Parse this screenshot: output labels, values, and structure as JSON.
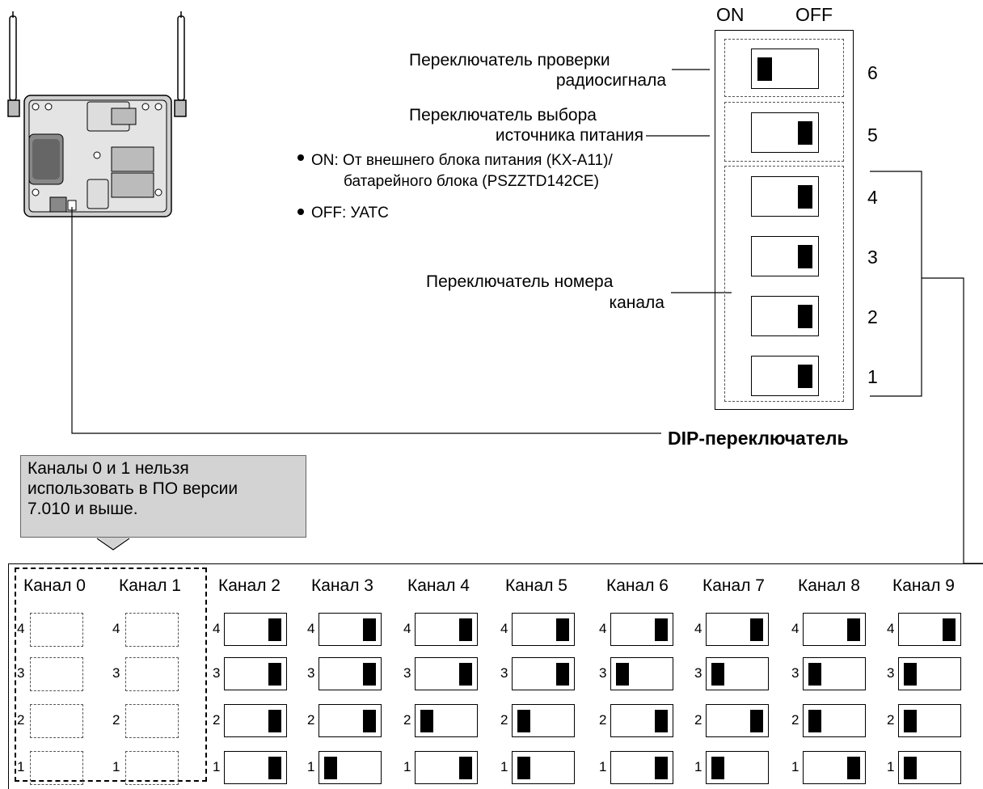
{
  "dip_panel": {
    "on_label": "ON",
    "off_label": "OFF",
    "switch_numbers": [
      "6",
      "5",
      "4",
      "3",
      "2",
      "1"
    ],
    "switch_states": [
      "on",
      "off",
      "off",
      "off",
      "off",
      "off"
    ],
    "title": "DIP-переключатель"
  },
  "labels": {
    "radio_check_line1": "Переключатель проверки",
    "radio_check_line2": "радиосигнала",
    "power_select_line1": "Переключатель выбора",
    "power_select_line2": "источника питания",
    "bullet_on_line1": "ON:  От внешнего блока питания (KX-A11)/",
    "bullet_on_line2": "батарейного блока (PSZZTD142CE)",
    "bullet_off": "OFF: УАТС",
    "channel_number_line1": "Переключатель номера",
    "channel_number_line2": "канала"
  },
  "note": {
    "lines": [
      "Каналы 0 и 1 нельзя",
      "использовать в ПО версии",
      "7.010 и выше."
    ]
  },
  "channels": [
    {
      "name": "Канал 0",
      "states": null
    },
    {
      "name": "Канал 1",
      "states": null
    },
    {
      "name": "Канал 2",
      "states": [
        "off",
        "off",
        "off",
        "off"
      ]
    },
    {
      "name": "Канал 3",
      "states": [
        "off",
        "off",
        "off",
        "on"
      ]
    },
    {
      "name": "Канал 4",
      "states": [
        "off",
        "off",
        "on",
        "off"
      ]
    },
    {
      "name": "Канал 5",
      "states": [
        "off",
        "off",
        "on",
        "on"
      ]
    },
    {
      "name": "Канал 6",
      "states": [
        "off",
        "on",
        "off",
        "off"
      ]
    },
    {
      "name": "Канал 7",
      "states": [
        "off",
        "on",
        "off",
        "on"
      ]
    },
    {
      "name": "Канал 8",
      "states": [
        "off",
        "on",
        "on",
        "off"
      ]
    },
    {
      "name": "Канал 9",
      "states": [
        "off",
        "on",
        "on",
        "on"
      ]
    }
  ],
  "row_numbers": [
    "4",
    "3",
    "2",
    "1"
  ]
}
